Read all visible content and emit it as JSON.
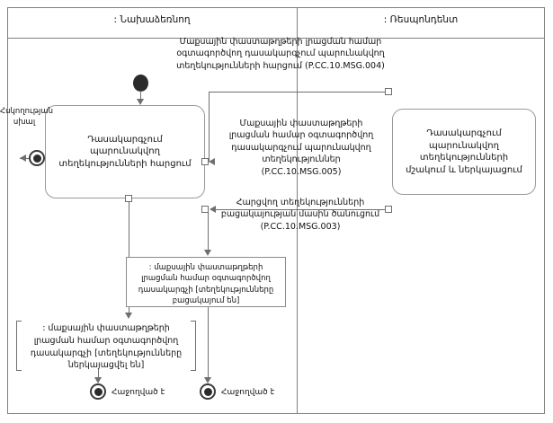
{
  "diagram": {
    "lanes": [
      {
        "id": "initiator",
        "title": ": Նախաձեռնող"
      },
      {
        "id": "respondent",
        "title": ": Ռեսպոնդենտ"
      }
    ],
    "activities": [
      {
        "id": "request",
        "label": "Դասակարգչում պարունակվող տեղեկությունների հարցում"
      },
      {
        "id": "process",
        "label": "Դասակարգչում պարունակվող տեղեկությունների մշակում և ներկայացում"
      }
    ],
    "messages": [
      {
        "id": "msg-004",
        "label": "Մաքսային փաստաթղթերի լրացման համար օգտագործվող դասակարգչում պարունակվող տեղեկությունների հարցում (P.CC.10.MSG.004)"
      },
      {
        "id": "msg-005",
        "label": "Մաքսային փաստաթղթերի լրացման համար օգտագործվող դասակարգչում պարունակվող տեղեկություններ (P.CC.10.MSG.005)"
      },
      {
        "id": "msg-003",
        "label": "Հարցվող տեղեկությունների բացակայության մասին ծանուցում (P.CC.10.MSG.003)"
      }
    ],
    "error_label": "Հսկողության սխալ",
    "note": {
      "id": "absent-note",
      "label": ": մաքսային փաստաթղթերի լրացման համար օգտագործվող դասակարգչի [տեղեկությունները բացակայում են]"
    },
    "state_label": {
      "id": "presented-state",
      "label": ": մաքսային փաստաթղթերի լրացման համար օգտագործվող դասակարգչի [տեղեկությունները ներկայացվել են]"
    },
    "final_nodes": [
      {
        "id": "final-success-left",
        "label": "Հաջողված է"
      },
      {
        "id": "final-success-right",
        "label": "Հաջողված է"
      }
    ],
    "colors": {
      "frame": "#808080",
      "shape_stroke": "#9a9a9a",
      "connector": "#6f6f6f",
      "node_fill": "#2b2b2b",
      "text": "#111111",
      "background": "#ffffff"
    }
  }
}
